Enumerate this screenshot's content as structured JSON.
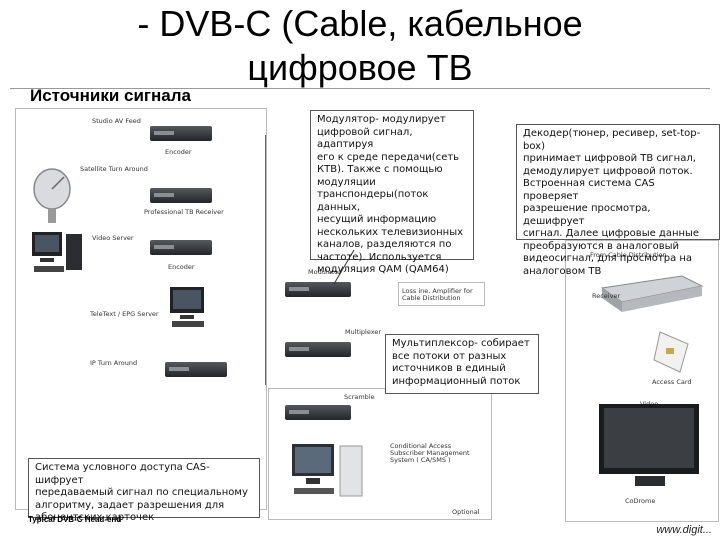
{
  "title_line1": "- DVB-C (Cable, кабельное",
  "title_line2": "цифровое ТВ",
  "subtitle": "Источники сигнала",
  "left_labels": {
    "studio": "Studio AV Feed",
    "encoder1": "Encoder",
    "satellite": "Satellite Turn Around",
    "prof_receiver": "Professional TB Receiver",
    "video_server": "Video Server",
    "encoder2": "Encoder",
    "teletext": "TeleText / EPG Server",
    "ip_turn": "IP Turn Around"
  },
  "center_labels": {
    "modulator": "Modulator",
    "loss": "Loss ine, Amplifier for Cable Distribution",
    "multiplexer": "Multiplexer",
    "scramble": "Scramble",
    "cas_system": "Conditional Access Subscriber Management System ( CA/SMS )",
    "optional": "Optional"
  },
  "right_labels": {
    "from_cable": "From Cable Distribution",
    "receiver": "Receiver",
    "access_card": "Access Card",
    "video": "Video",
    "consumer": "CoDrome"
  },
  "callout_modulator": [
    "Модулятор- модулирует",
    "цифровой сигнал, адаптируя",
    "его к среде передачи(сеть",
    "КТВ). Также с помощью",
    "модуляции",
    "транспондеры(поток данных,",
    "несущий информацию",
    "нескольких телевизионных",
    "каналов, разделяются по",
    "частоте). Используется",
    "модуляция QAM (QAM64)"
  ],
  "callout_decoder": [
    "Декодер(тюнер, ресивер, set-top-box)",
    "принимает цифровой ТВ сигнал,",
    "демодулирует цифровой поток.",
    "Встроенная система CAS проверяет",
    "разрешение просмотра, дешифрует",
    "сигнал. Далее цифровые данные",
    "преобразуются в аналоговый",
    "видеосигнал, для просмотра на",
    "аналоговом ТВ"
  ],
  "callout_mux": [
    "Мультиплексор- собирает",
    "все потоки от разных",
    "источников в единый",
    "информационный поток"
  ],
  "callout_cas": [
    "Система условного доступа CAS- шифрует",
    "передаваемый сигнал по специальному",
    "алгоритму, задает разрешения для",
    "абонентских карточек"
  ],
  "footer": "Typical DVB-C Head-end",
  "logo": "www.digit..."
}
